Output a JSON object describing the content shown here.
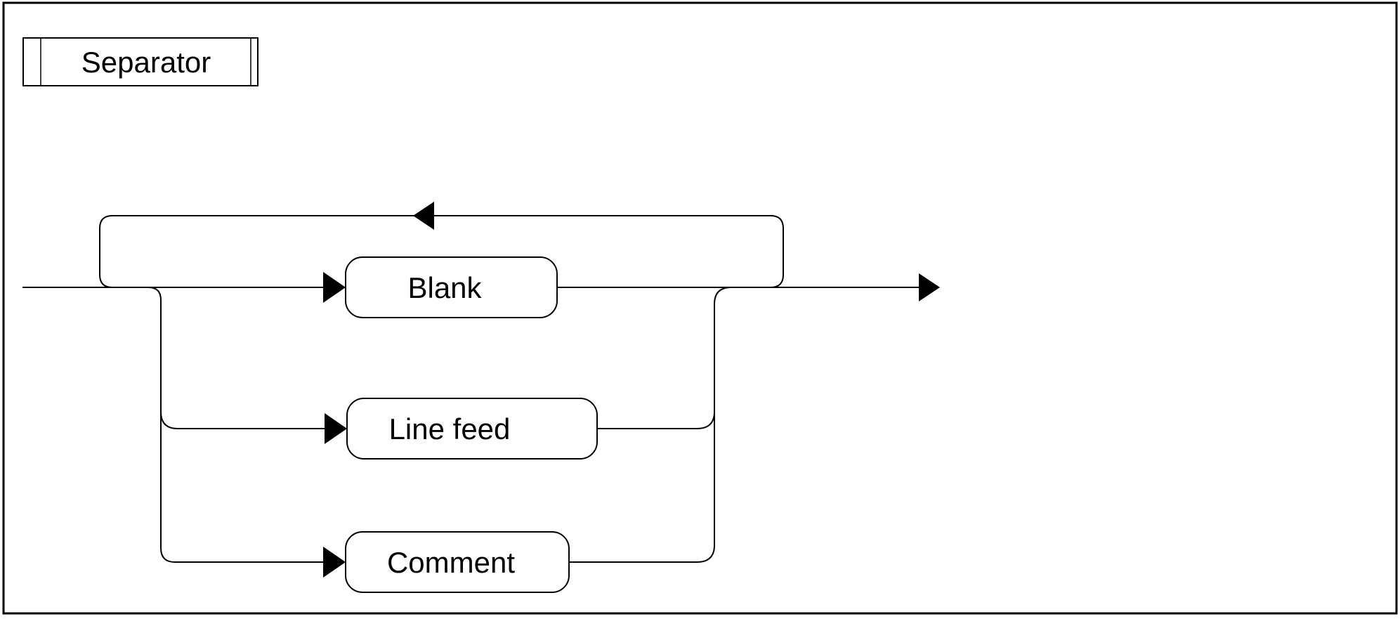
{
  "diagram": {
    "kind": "railroad-syntax-diagram",
    "title": "Separator",
    "alternatives": [
      {
        "label": "Blank"
      },
      {
        "label": "Line feed"
      },
      {
        "label": "Comment"
      }
    ],
    "repeat_loop": {
      "arrow_direction": "left"
    },
    "colors": {
      "line": "#000000",
      "background": "#ffffff",
      "text": "#000000"
    }
  }
}
